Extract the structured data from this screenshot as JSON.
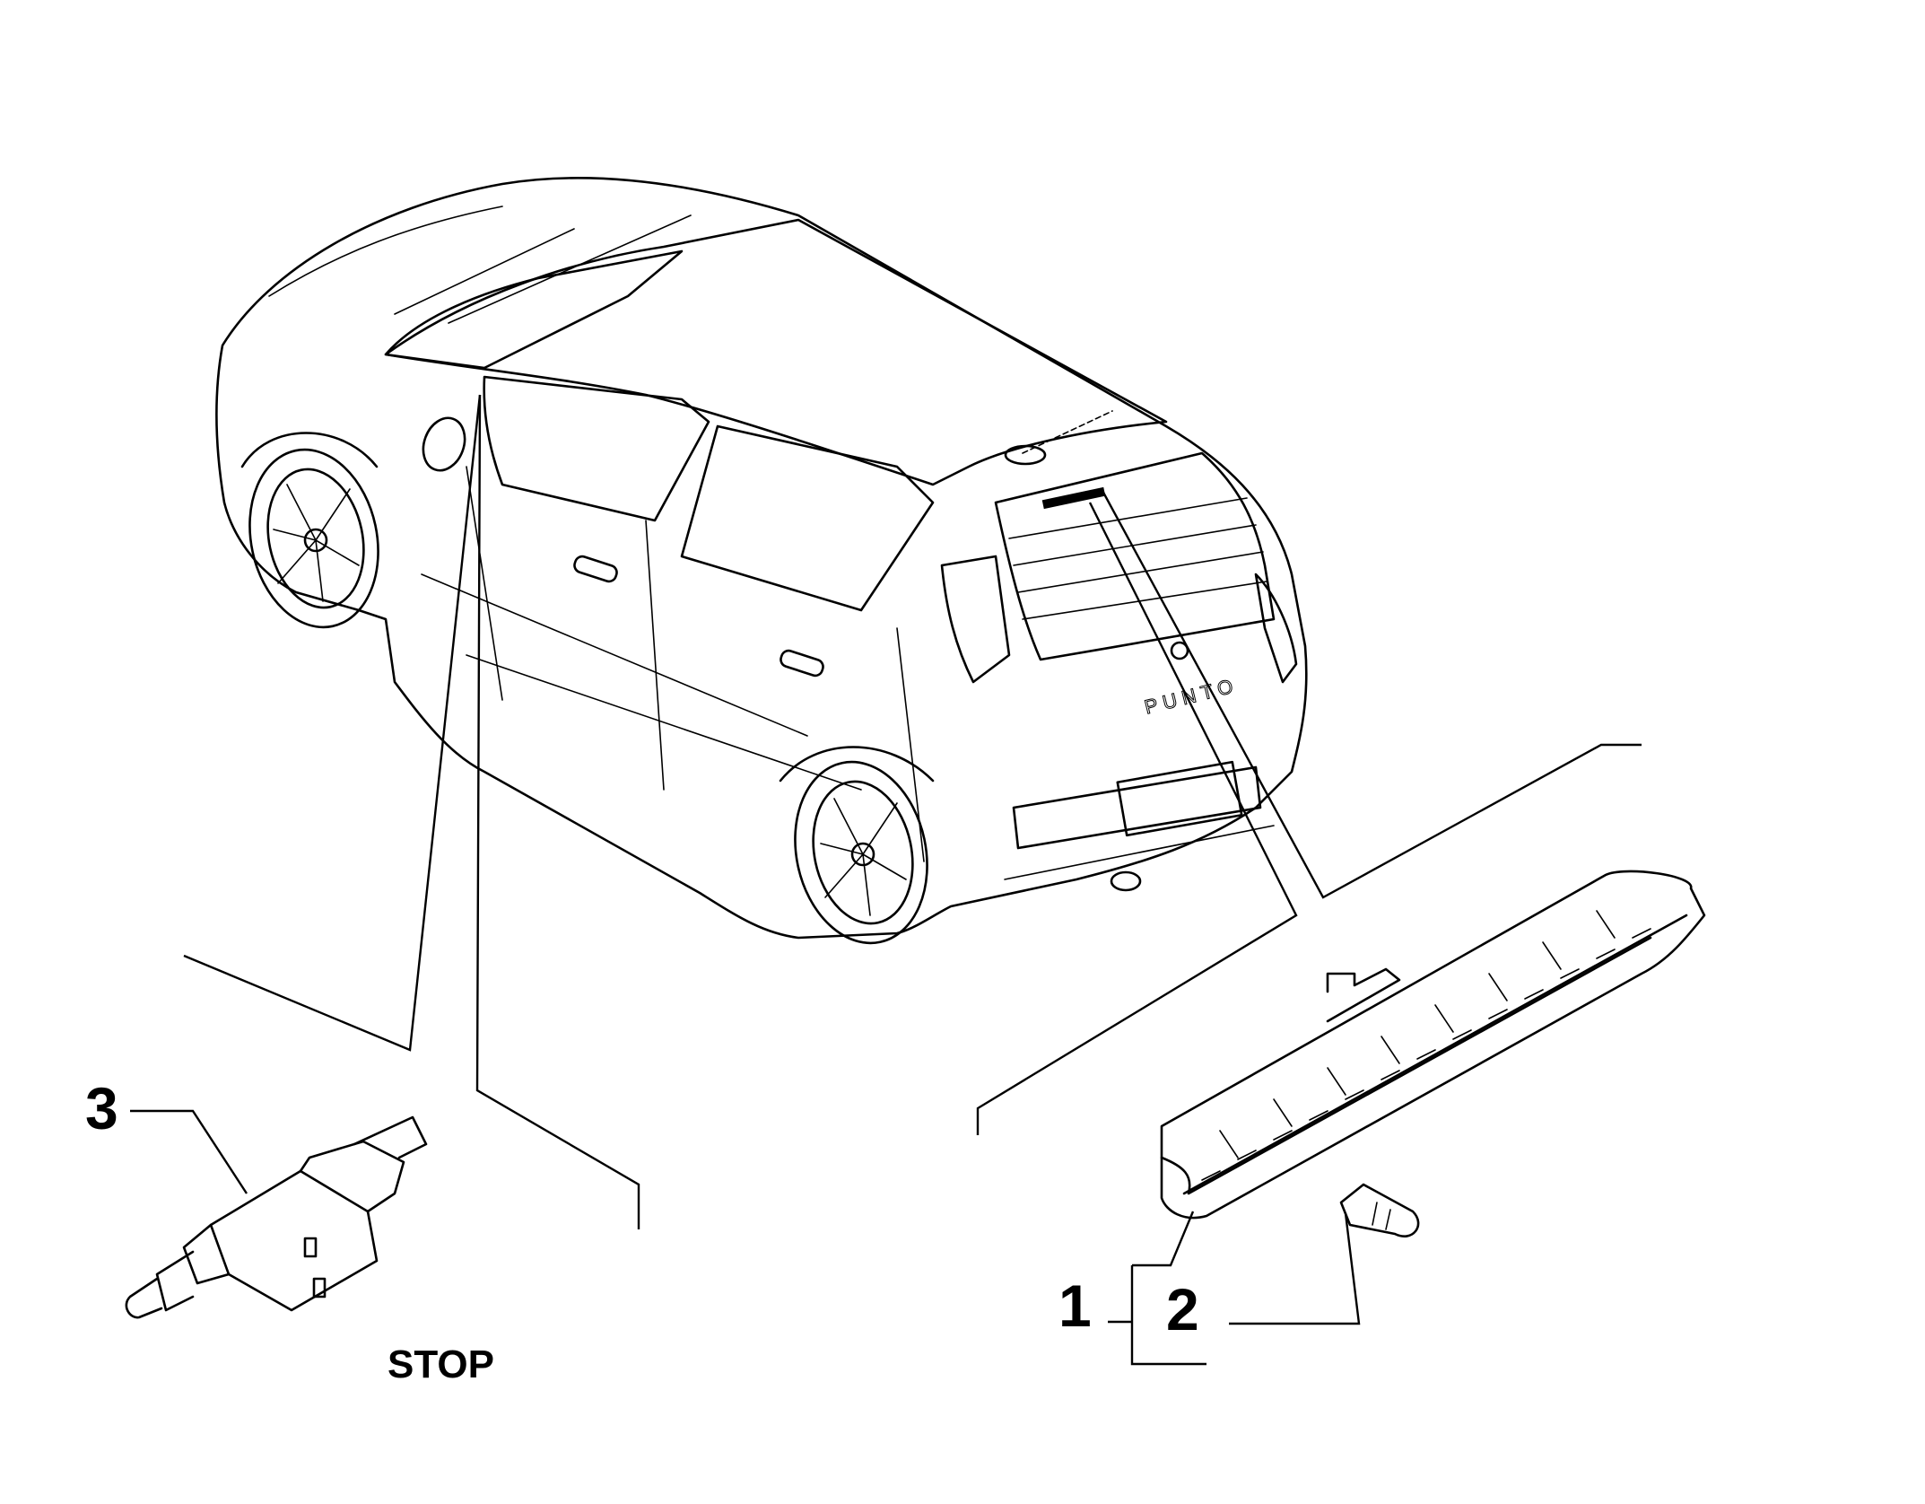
{
  "callouts": {
    "part_1": "1",
    "part_2": "2",
    "part_3": "3",
    "stop_label": "STOP"
  },
  "vehicle_badge": "PUNTO",
  "colors": {
    "ink": "#000000",
    "paper": "#ffffff"
  }
}
